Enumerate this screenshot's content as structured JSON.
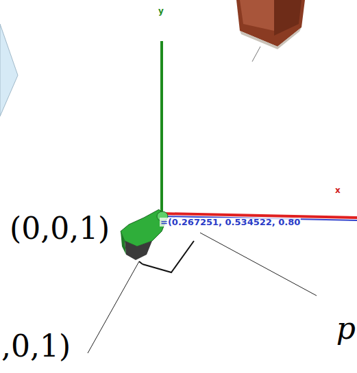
{
  "diagram": {
    "labels": [
      "y",
      "x",
      "(0,0,1)",
      ",0,1)",
      "p",
      "=(0.267251, 0.534522, 0.80"
    ]
  }
}
